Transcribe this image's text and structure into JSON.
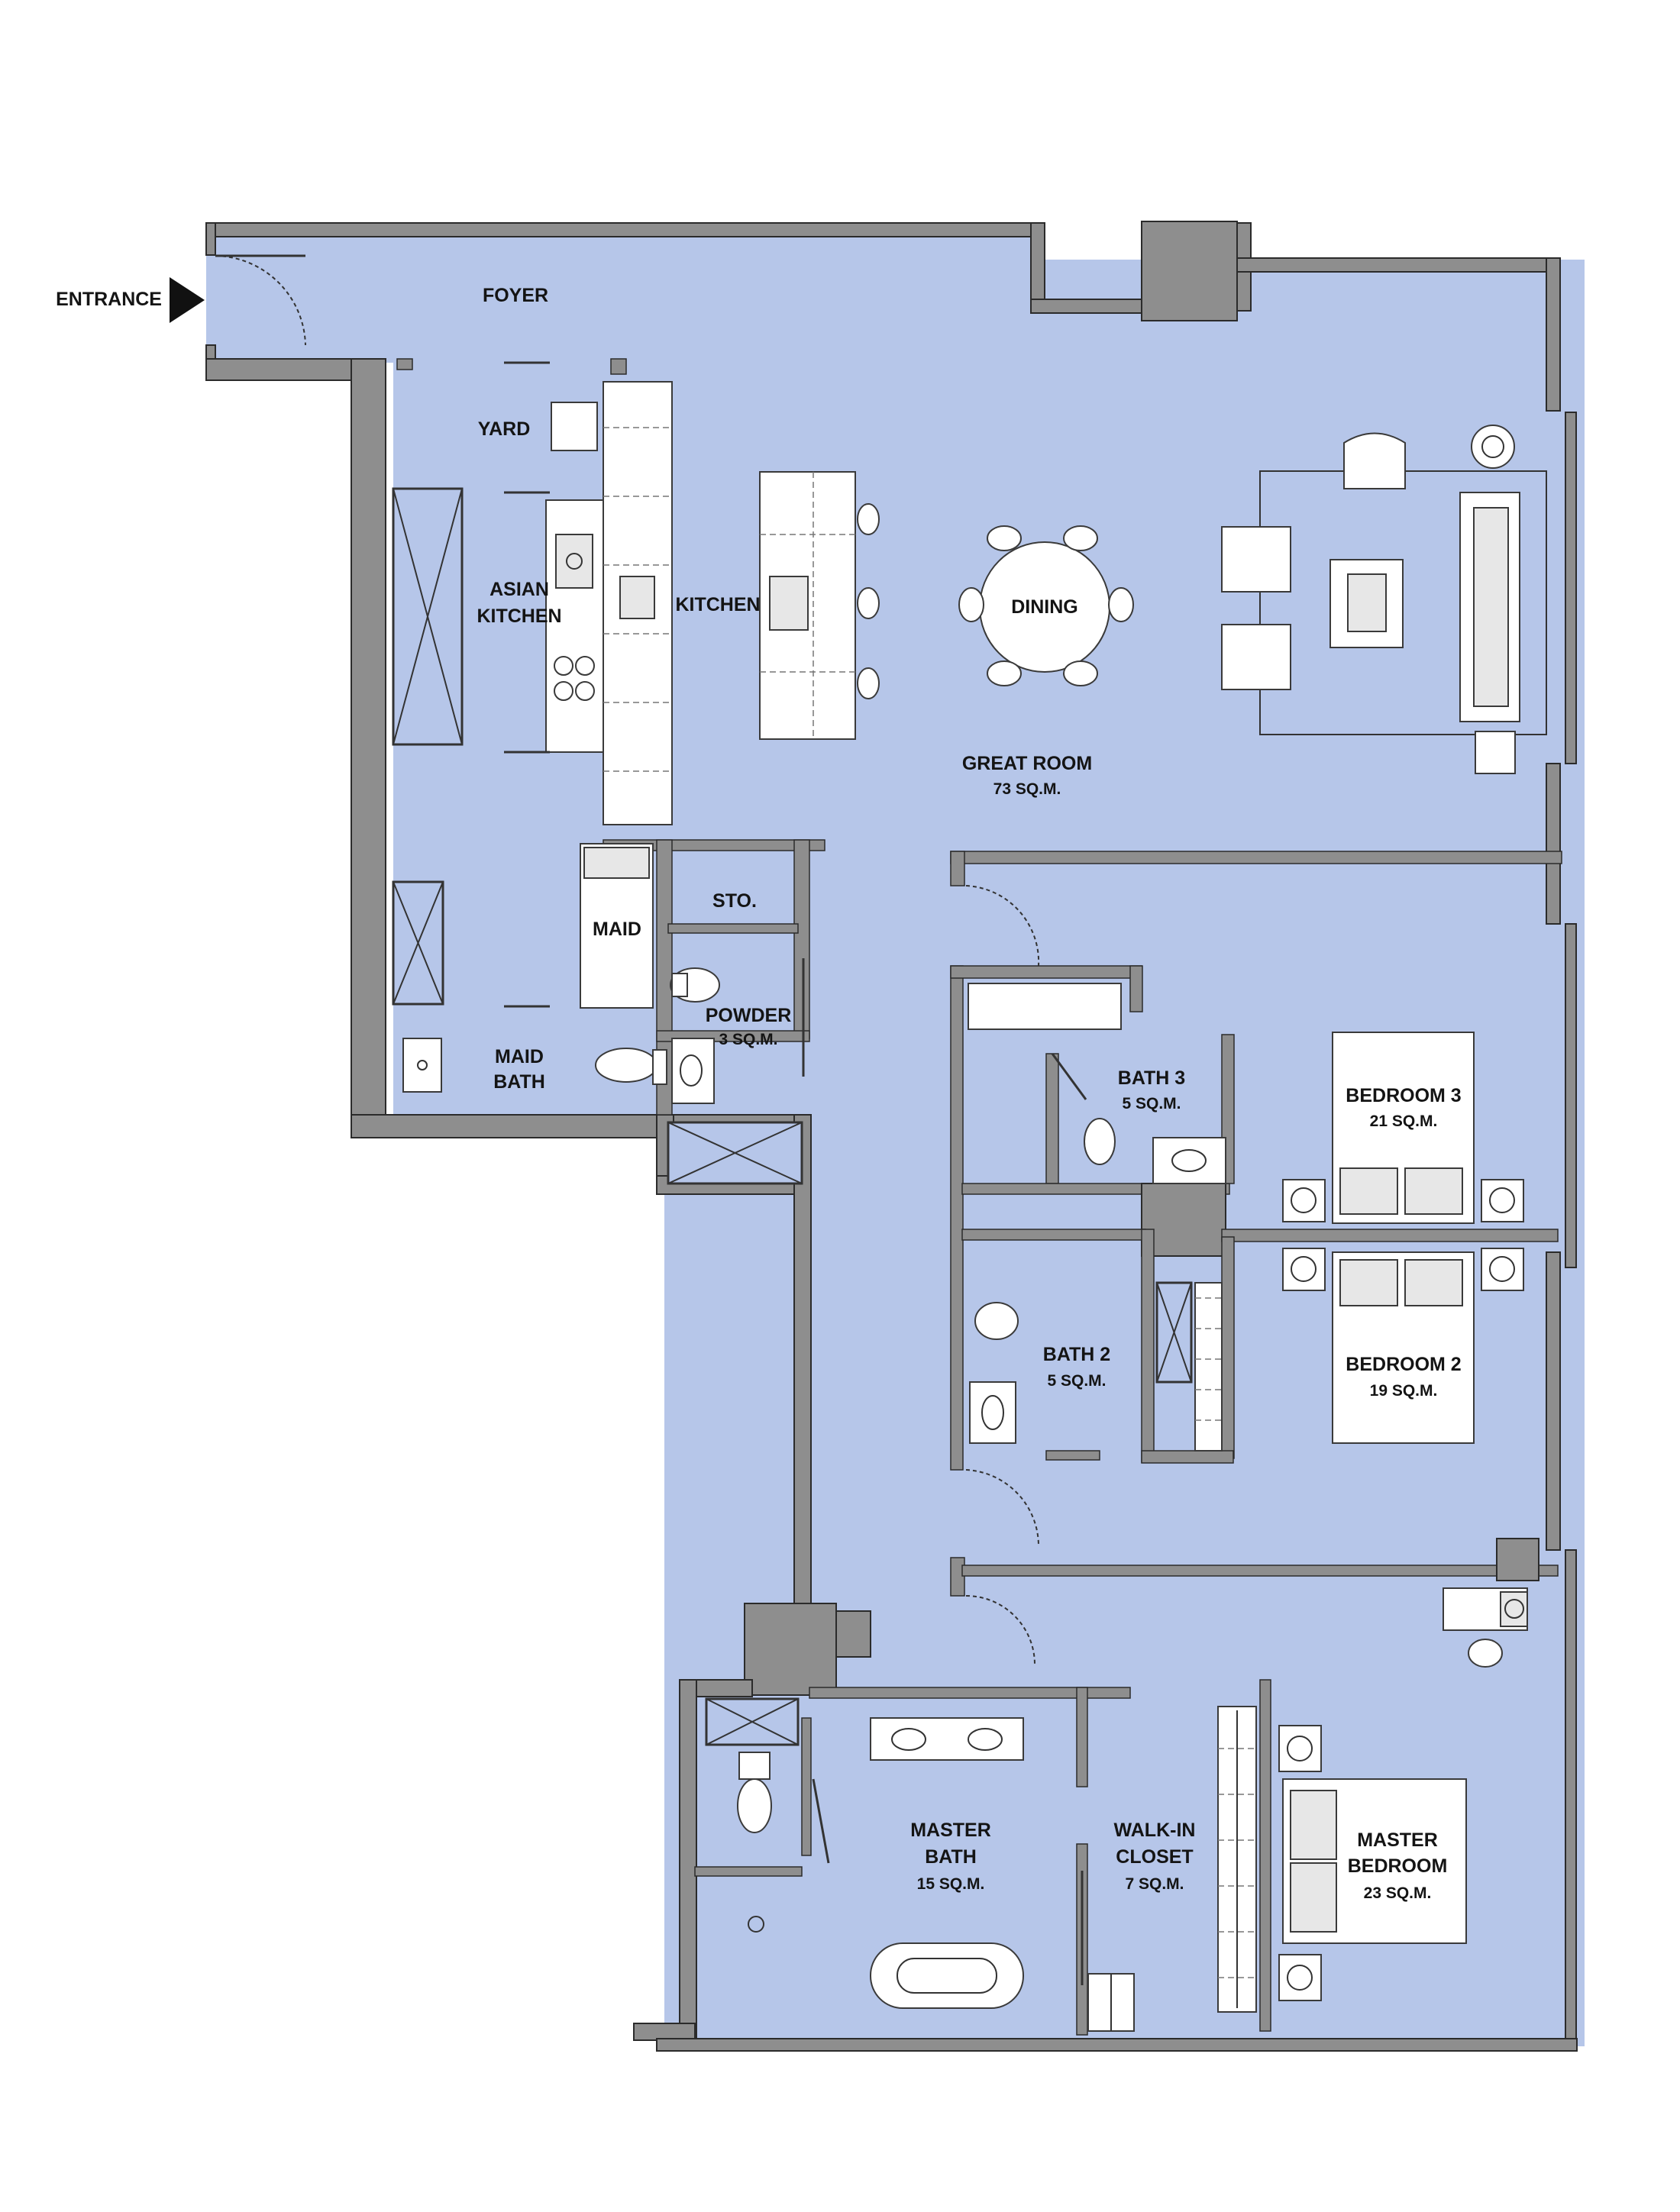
{
  "entrance": "ENTRANCE",
  "rooms": {
    "foyer": {
      "name": "FOYER"
    },
    "yard": {
      "name": "YARD"
    },
    "asian_kitchen": {
      "name_line1": "ASIAN",
      "name_line2": "KITCHEN"
    },
    "kitchen": {
      "name": "KITCHEN"
    },
    "dining": {
      "name": "DINING"
    },
    "great_room": {
      "name": "GREAT ROOM",
      "area": "73 SQ.M."
    },
    "maid": {
      "name": "MAID"
    },
    "storage": {
      "name": "STO."
    },
    "powder": {
      "name": "POWDER",
      "area": "3 SQ.M."
    },
    "maid_bath": {
      "name_line1": "MAID",
      "name_line2": "BATH"
    },
    "bath3": {
      "name": "BATH 3",
      "area": "5 SQ.M."
    },
    "bedroom3": {
      "name": "BEDROOM 3",
      "area": "21 SQ.M."
    },
    "bath2": {
      "name": "BATH 2",
      "area": "5 SQ.M."
    },
    "bedroom2": {
      "name": "BEDROOM 2",
      "area": "19 SQ.M."
    },
    "master_bath": {
      "name_line1": "MASTER",
      "name_line2": "BATH",
      "area": "15 SQ.M."
    },
    "walk_in_closet": {
      "name_line1": "WALK-IN",
      "name_line2": "CLOSET",
      "area": "7 SQ.M."
    },
    "master_bedroom": {
      "name_line1": "MASTER",
      "name_line2": "BEDROOM",
      "area": "23 SQ.M."
    }
  },
  "colors": {
    "floor": "#b6c6e9",
    "wall": "#8e8e8e",
    "outline": "#2b2b2b",
    "text": "#141414"
  }
}
